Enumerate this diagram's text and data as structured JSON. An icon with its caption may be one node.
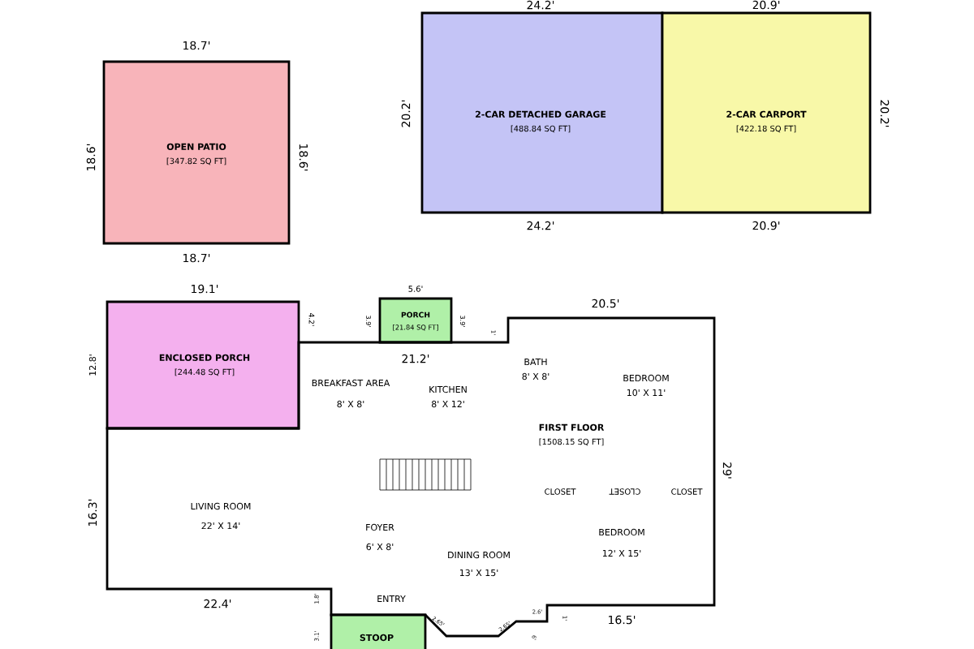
{
  "diagram": {
    "nodes": [
      {
        "text": [
          "OPEN PATIO",
          "[347.82 SQ FT]"
        ]
      },
      {
        "text": [
          "2-CAR DETACHED GARAGE",
          "[488.84 SQ FT]"
        ]
      },
      {
        "text": [
          "2-CAR CARPORT",
          "[422.18 SQ FT]"
        ]
      },
      {
        "text": [
          "ENCLOSED PORCH",
          "[244.48 SQ FT]"
        ]
      },
      {
        "text": [
          "PORCH",
          "[21.84 SQ FT]"
        ]
      },
      {
        "text": [
          "FIRST FLOOR",
          "[1508.15 SQ FT]"
        ]
      },
      {
        "text": [
          "STOOP"
        ]
      }
    ],
    "labels": [
      "18.7'",
      "18.6'",
      "18.6'",
      "18.7'",
      "24.2'",
      "20.9'",
      "20.2'",
      "20.2'",
      "24.2'",
      "20.9'",
      "19.1'",
      "12.8'",
      "4.2'",
      "5.6'",
      "3.9'",
      "3.9'",
      "1'",
      "21.2'",
      "BREAKFAST AREA",
      "8' X 8'",
      "KITCHEN",
      "8' X 12'",
      "BATH",
      "8' X 8'",
      "BEDROOM",
      "10' X 11'",
      "20.5'",
      "29'",
      "16.3'",
      "LIVING ROOM",
      "22' X 14'",
      "FOYER",
      "6' X 8'",
      "DINING ROOM",
      "13' X 15'",
      "CLOSET",
      "CLOSET",
      "CLOSET",
      "BEDROOM",
      "12' X 15'",
      "22.4'",
      "ENTRY",
      "1.8'",
      "3.1'",
      "2.65'",
      "2.65'",
      "2.6'",
      "6'",
      "16.5'",
      "1'"
    ]
  }
}
